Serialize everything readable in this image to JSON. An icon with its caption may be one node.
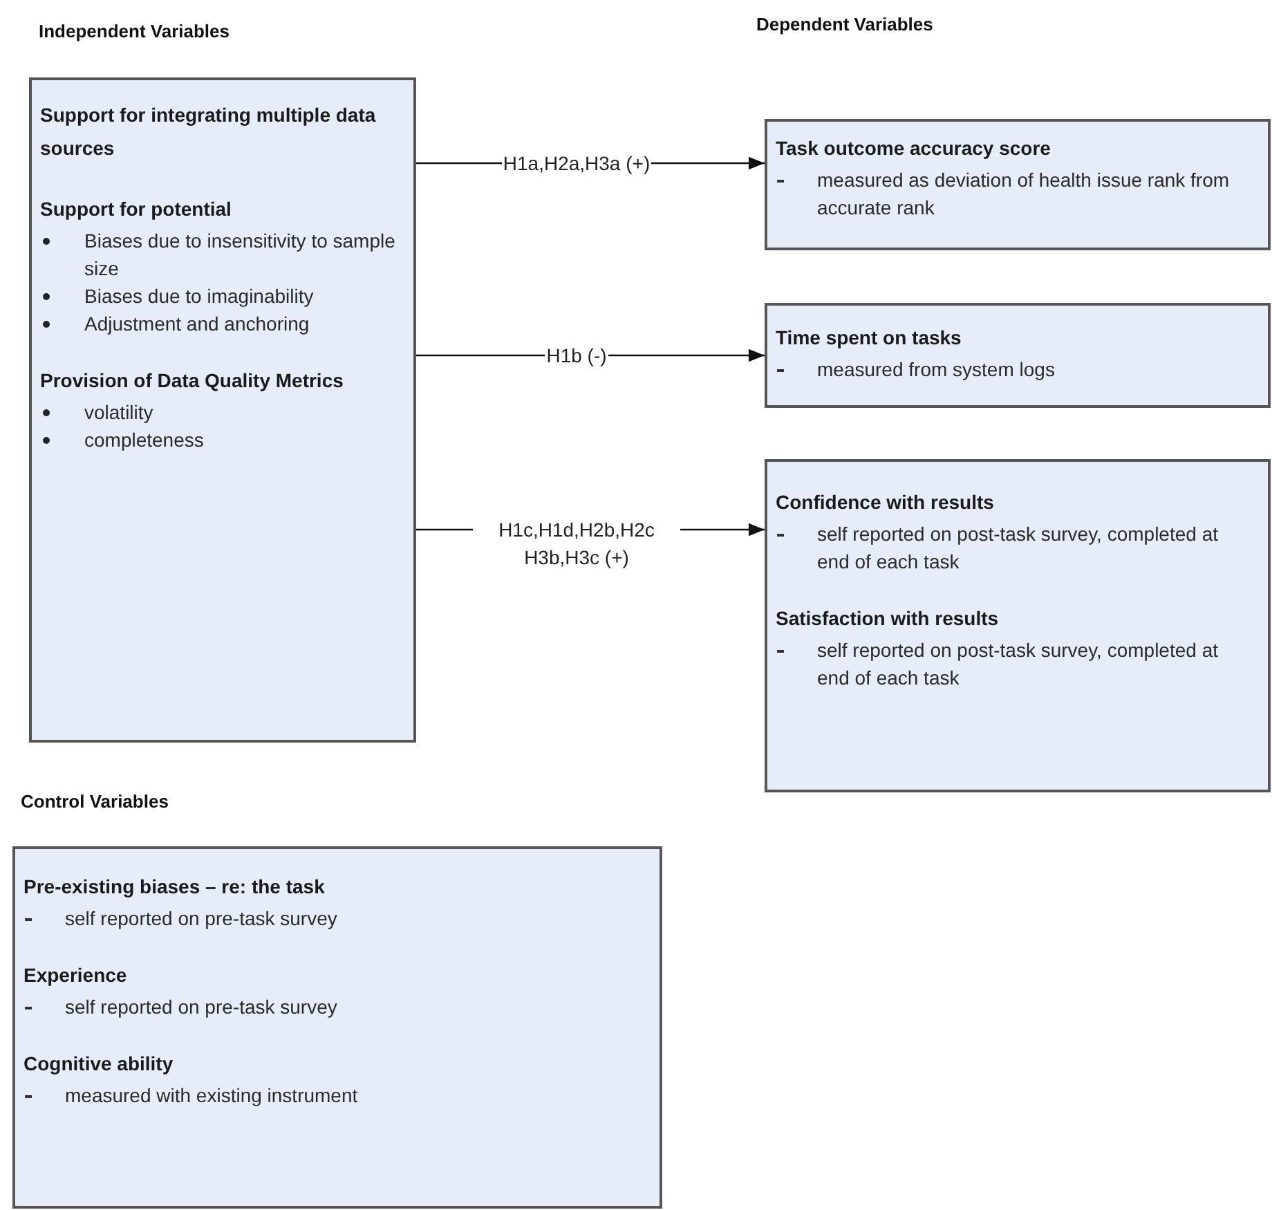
{
  "diagram": {
    "nodes": [
      {
        "text": [
          "Support for integrating multiple data sources",
          "Support for potential",
          "Biases due to insensitivity to sample size",
          "Biases due to imaginability",
          "Adjustment and anchoring",
          "Provision of Data Quality Metrics",
          "volatility",
          "completeness"
        ]
      },
      {
        "text": [
          "Task outcome accuracy score",
          "measured as deviation of health issue rank from accurate rank"
        ]
      },
      {
        "text": [
          "Time spent on tasks",
          "measured from system logs"
        ]
      },
      {
        "text": [
          "Confidence with results",
          "self reported on post-task survey, completed at end of each task",
          "Satisfaction with results",
          "self reported on post-task survey, completed at end of each task"
        ]
      },
      {
        "text": [
          "Pre-existing biases – re: the task",
          "self reported on pre-task survey",
          "Experience",
          "self reported on pre-task survey",
          "Cognitive ability",
          "measured with existing instrument"
        ]
      }
    ],
    "edges": [
      {
        "from": 0,
        "to": 1,
        "arrow": "to",
        "label": "H1a,H2a,H3a (+)"
      },
      {
        "from": 0,
        "to": 2,
        "arrow": "to",
        "label": "H1b (-)"
      },
      {
        "from": 0,
        "to": 3,
        "arrow": "to",
        "label": "H1c,H1d,H2b,H2c H3b,H3c (+)"
      }
    ],
    "labels": [
      "Independent Variables",
      "Dependent Variables",
      "Control Variables"
    ]
  }
}
